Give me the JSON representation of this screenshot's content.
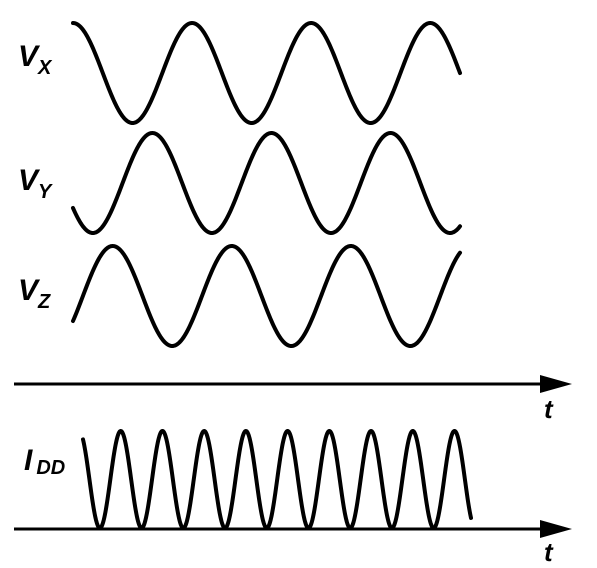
{
  "labels": {
    "vx": {
      "main": "V",
      "sub": "X"
    },
    "vy": {
      "main": "V",
      "sub": "Y"
    },
    "vz": {
      "main": "V",
      "sub": "Z"
    },
    "idd": {
      "main": "I",
      "sub": "DD"
    },
    "t_upper": "t",
    "t_lower": "t"
  },
  "waveforms": {
    "vx": {
      "cycles": 3.25,
      "phase_deg": 90
    },
    "vy": {
      "cycles": 3.25,
      "phase_deg": 210
    },
    "vz": {
      "cycles": 3.25,
      "phase_deg": 330
    },
    "idd": {
      "cycles": 9.3,
      "type": "rectified-sine"
    }
  },
  "colors": {
    "stroke": "#000000",
    "background": "#ffffff"
  }
}
